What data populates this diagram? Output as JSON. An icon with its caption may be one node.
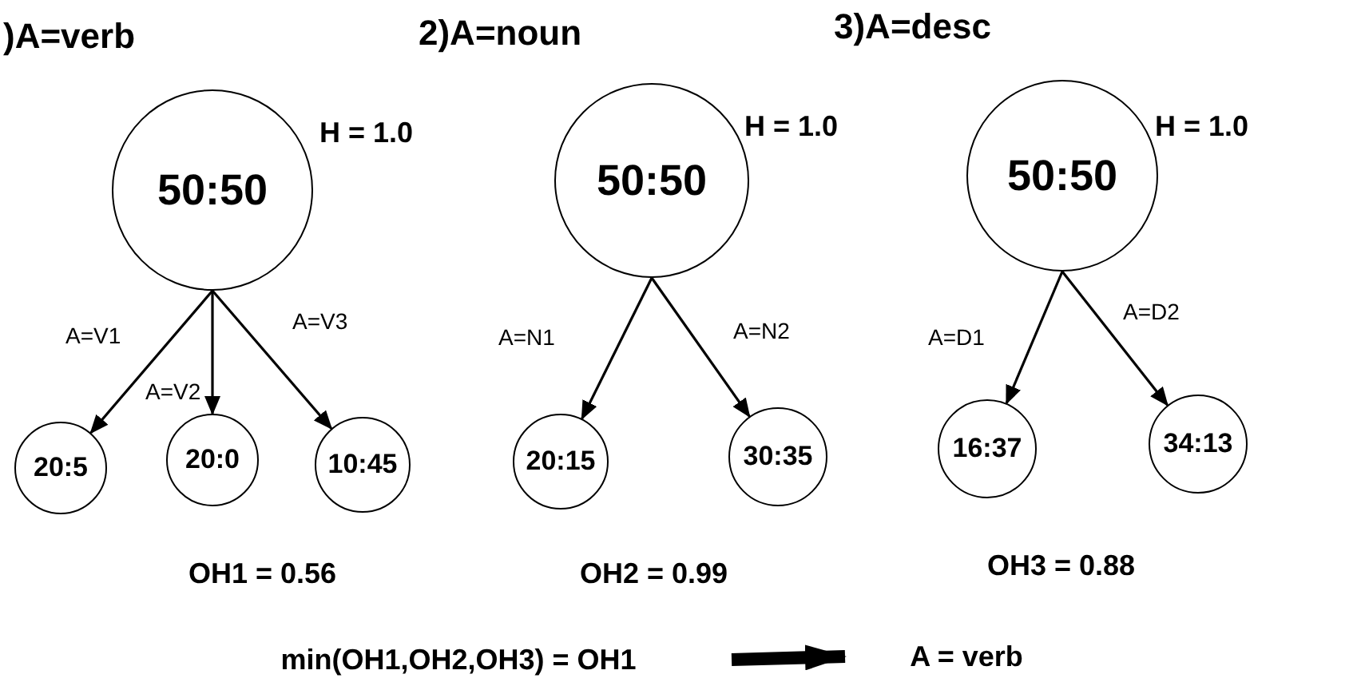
{
  "diagram": {
    "nodes": [
      {
        "text": [
          "50:50"
        ],
        "beside": [
          "H = 1.0"
        ]
      },
      {
        "text": [
          "20:5"
        ]
      },
      {
        "text": [
          "20:0"
        ]
      },
      {
        "text": [
          "10:45"
        ]
      },
      {
        "text": [
          "50:50"
        ],
        "beside": [
          "H = 1.0"
        ]
      },
      {
        "text": [
          "20:15"
        ]
      },
      {
        "text": [
          "30:35"
        ]
      },
      {
        "text": [
          "50:50"
        ],
        "beside": [
          "H = 1.0"
        ]
      },
      {
        "text": [
          "16:37"
        ]
      },
      {
        "text": [
          "34:13"
        ]
      },
      {
        "text": [
          "min(OH1,OH2,OH3) = OH1"
        ]
      },
      {
        "text": [
          "A = verb"
        ]
      }
    ],
    "edges": [
      {
        "from": 0,
        "to": 1,
        "arrow": "to",
        "label": "A=V1"
      },
      {
        "from": 0,
        "to": 2,
        "arrow": "to",
        "label": "A=V2"
      },
      {
        "from": 0,
        "to": 3,
        "arrow": "to",
        "label": "A=V3"
      },
      {
        "from": 4,
        "to": 5,
        "arrow": "to",
        "label": "A=N1"
      },
      {
        "from": 4,
        "to": 6,
        "arrow": "to",
        "label": "A=N2"
      },
      {
        "from": 7,
        "to": 8,
        "arrow": "to",
        "label": "A=D1"
      },
      {
        "from": 7,
        "to": 9,
        "arrow": "to",
        "label": "A=D2"
      },
      {
        "from": 10,
        "to": 11,
        "arrow": "to",
        "style": "thick"
      }
    ],
    "labels": [
      ")A=verb",
      "2)A=noun",
      "3)A=desc",
      "OH1 = 0.56",
      "OH2 = 0.99",
      "OH3 = 0.88"
    ]
  }
}
